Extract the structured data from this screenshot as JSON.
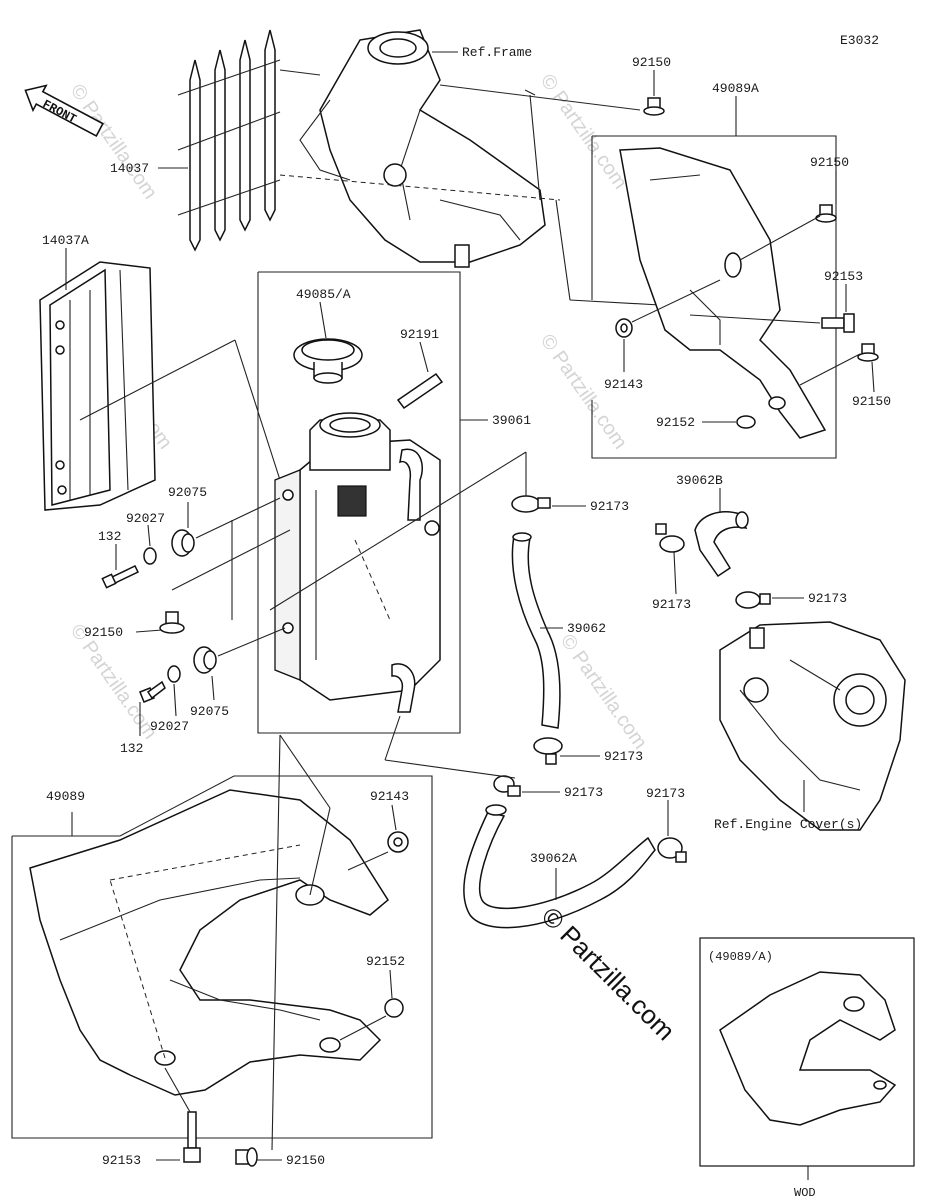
{
  "diagram_code": "E3032",
  "front_label": "FRONT",
  "labels": {
    "ref_frame": "Ref.Frame",
    "p92150_top": "92150",
    "p49089A": "49089A",
    "p92150_shroudA_1": "92150",
    "p92153_shroudA": "92153",
    "p92150_shroudA_2": "92150",
    "p92143_shroudA": "92143",
    "p92152_shroudA": "92152",
    "p14037": "14037",
    "p14037A": "14037A",
    "p49085A": "49085/A",
    "p92191": "92191",
    "p39061": "39061",
    "p92173_upper": "92173",
    "p92075_upper": "92075",
    "p92027_upper": "92027",
    "p132_upper": "132",
    "p92150_left": "92150",
    "p92075_lower": "92075",
    "p92027_lower": "92027",
    "p132_lower": "132",
    "p39062": "39062",
    "p39062B": "39062B",
    "p92173_b1": "92173",
    "p92173_b2": "92173",
    "p92173_mid1": "92173",
    "p92173_mid2": "92173",
    "p92173_lower": "92173",
    "p39062A": "39062A",
    "ref_engine_cover": "Ref.Engine Cover(s)",
    "p49089": "49089",
    "p92143_shroud": "92143",
    "p92152_shroud": "92152",
    "p92153_bottom": "92153",
    "p92150_bottom": "92150",
    "inset_title": "(49089/A)",
    "inset_note": "WOD"
  },
  "watermark": "© Partzilla.com",
  "watermark_faint": "© Partzilla.com",
  "colors": {
    "line": "#222222",
    "paper": "#ffffff",
    "watermark_faint": "#d4d4d4"
  }
}
